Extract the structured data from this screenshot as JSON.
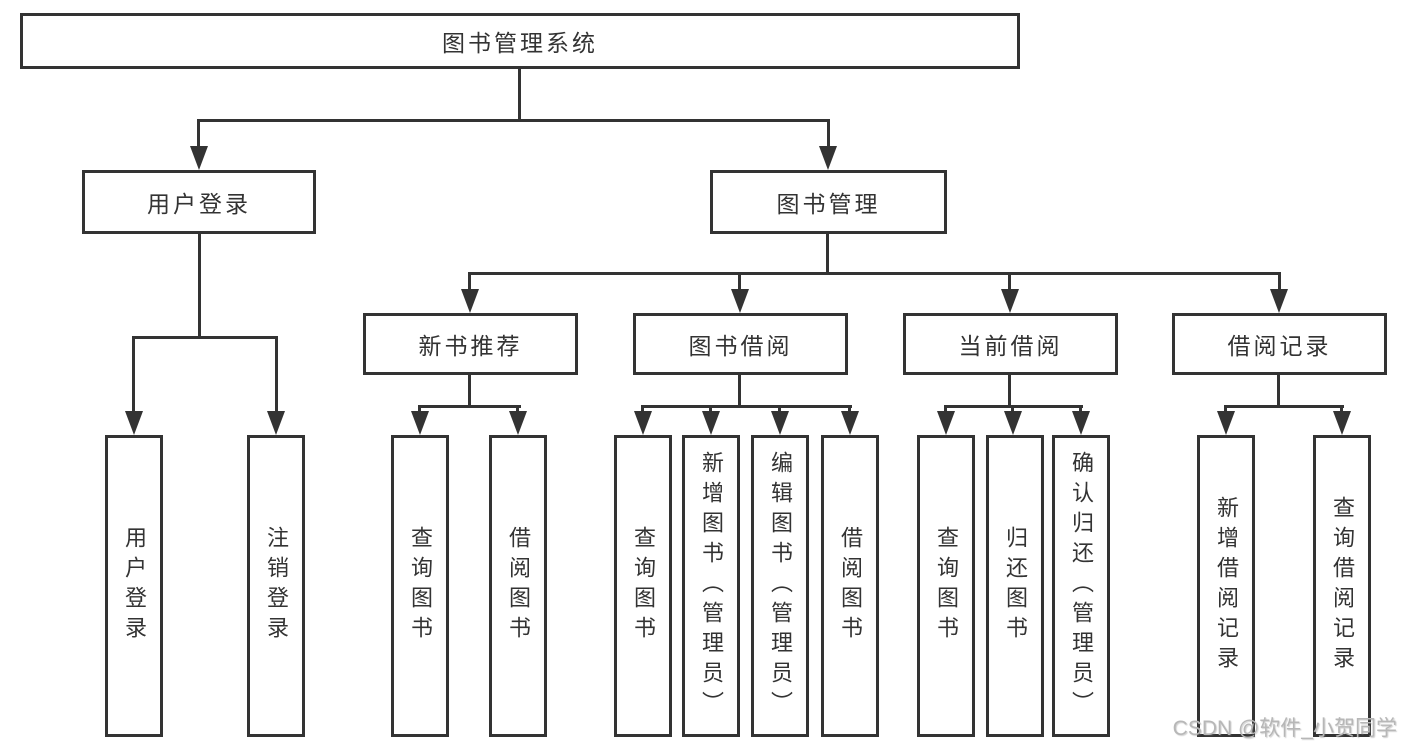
{
  "colors": {
    "line": "#333333",
    "box_background": "#ffffff",
    "text": "#333333",
    "watermark": "#b7b7b7"
  },
  "watermark": {
    "text": "CSDN @软件_小贺同学"
  },
  "tree": {
    "root": {
      "label": "图书管理系统",
      "children": [
        {
          "label": "用户登录",
          "children": [
            {
              "label": "用户登录"
            },
            {
              "label": "注销登录"
            }
          ]
        },
        {
          "label": "图书管理",
          "children": [
            {
              "label": "新书推荐",
              "children": [
                {
                  "label": "查询图书"
                },
                {
                  "label": "借阅图书"
                }
              ]
            },
            {
              "label": "图书借阅",
              "children": [
                {
                  "label": "查询图书"
                },
                {
                  "label": "新增图书（管理员）"
                },
                {
                  "label": "编辑图书（管理员）"
                },
                {
                  "label": "借阅图书"
                }
              ]
            },
            {
              "label": "当前借阅",
              "children": [
                {
                  "label": "查询图书"
                },
                {
                  "label": "归还图书"
                },
                {
                  "label": "确认归还（管理员）"
                }
              ]
            },
            {
              "label": "借阅记录",
              "children": [
                {
                  "label": "新增借阅记录"
                },
                {
                  "label": "查询借阅记录"
                }
              ]
            }
          ]
        }
      ]
    }
  }
}
